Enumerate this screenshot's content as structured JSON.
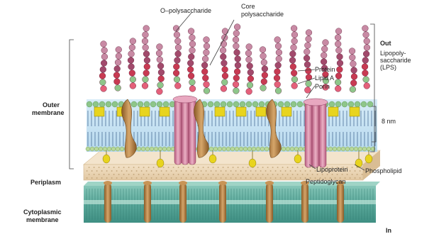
{
  "labels": {
    "o_polysaccharide": "O–polysaccharide",
    "core": "Core",
    "core_poly": "polysaccharide",
    "out": "Out",
    "lps_1": "Lipopoly-",
    "lps_2": "saccharide",
    "lps_3": "(LPS)",
    "protein": "Protein",
    "lipid": "Lipid A",
    "porin": "Porin",
    "outer_1": "Outer",
    "outer_2": "membrane",
    "thickness": "8 nm",
    "periplasm": "Periplasm",
    "lipoprotein": "Lipoprotein",
    "phospholipid": "Phospholipid",
    "peptidoglycan": "Peptidoglycan",
    "cyto_1": "Cytoplasmic",
    "cyto_2": "membrane",
    "in": "In"
  },
  "colors": {
    "o_chain_light": "#c88aa4",
    "o_chain_mid": "#a24a6c",
    "o_chain_dark": "#7a2848",
    "core_red": "#c83a52",
    "core_pink": "#e4607a",
    "green_bead": "#8ec68a",
    "lipid_yellow": "#e8d41e",
    "membrane_blue": "#c8e2f2",
    "head_green": "#b8d89a",
    "porin_pink": "#d98aa6",
    "protein_brown": "#b8864a",
    "peptidoglycan": "#e9d2b0",
    "cyto_green": "#5aa89a"
  }
}
